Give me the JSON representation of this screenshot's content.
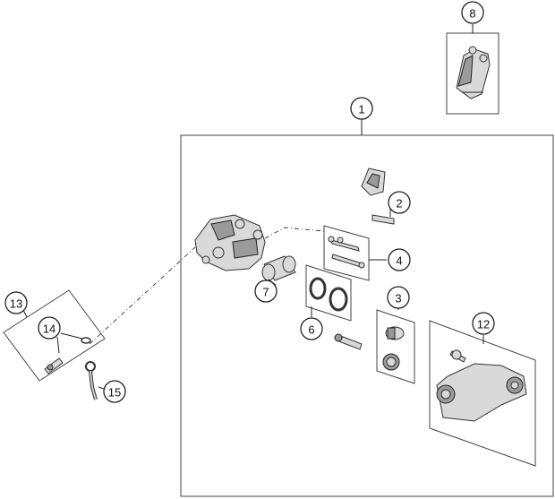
{
  "callouts": [
    {
      "id": "1",
      "text": "1"
    },
    {
      "id": "2",
      "text": "2"
    },
    {
      "id": "3",
      "text": "3"
    },
    {
      "id": "4",
      "text": "4"
    },
    {
      "id": "6",
      "text": "6"
    },
    {
      "id": "7",
      "text": "7"
    },
    {
      "id": "8",
      "text": "8"
    },
    {
      "id": "12",
      "text": "12"
    },
    {
      "id": "13",
      "text": "13"
    },
    {
      "id": "14",
      "text": "14"
    },
    {
      "id": "15",
      "text": "15"
    }
  ],
  "parts": {
    "caliper": "brake-caliper",
    "brake_pads": "brake-pad-set",
    "pad_pin": "pad-retaining-pin",
    "spring_clip": "pad-spring-clip",
    "bleeder": "bleeder-screw",
    "guide_pins": "guide-pin-set",
    "seal_kit": "piston-seal-kit",
    "piston": "caliper-piston",
    "support": "caliper-support-bracket",
    "bleed_kit": "bleeder-screw-kit",
    "bleed_cap": "bleeder-cap",
    "bleed_hose": "bleeder-hose"
  }
}
